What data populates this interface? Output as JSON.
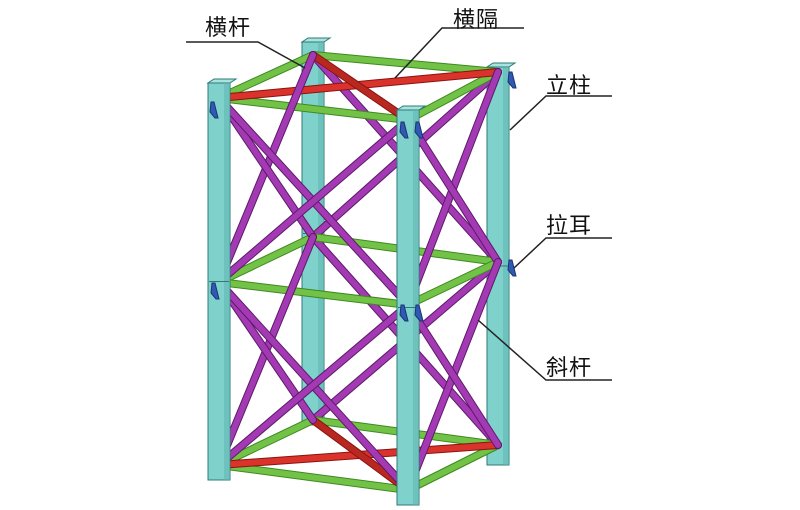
{
  "labels": {
    "horizontal_bar": "横杆",
    "horizontal_brace": "横隔",
    "column": "立柱",
    "lug": "拉耳",
    "diagonal_bar": "斜杆"
  },
  "colors": {
    "background": "#ffffff",
    "column_face": "#7fd1cc",
    "column_side": "#5fb6b1",
    "column_edge": "#2f7a76",
    "horizontal_bar": "#72c247",
    "horizontal_bar_edge": "#3e8a1f",
    "horizontal_brace": "#d9332b",
    "horizontal_brace_edge": "#8a1410",
    "diagonal_bar": "#a33ab3",
    "diagonal_bar_edge": "#5d1a69",
    "lug": "#2f59b3",
    "leader_line": "#222222"
  }
}
